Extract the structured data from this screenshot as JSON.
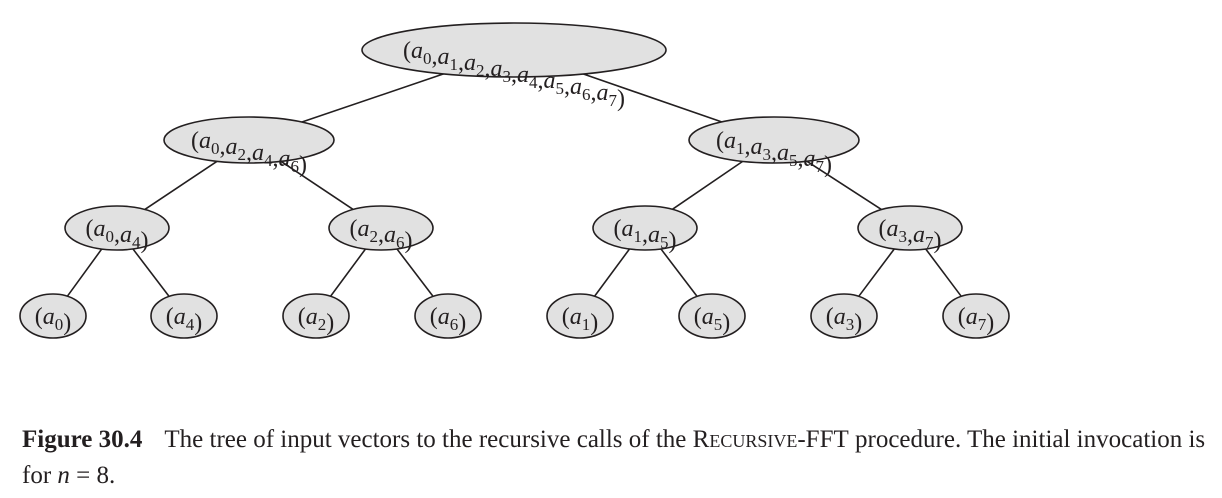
{
  "tree": {
    "nodes": [
      {
        "id": "root",
        "indices": [
          "0",
          "1",
          "2",
          "3",
          "4",
          "5",
          "6",
          "7"
        ]
      },
      {
        "id": "even",
        "parent": "root",
        "indices": [
          "0",
          "2",
          "4",
          "6"
        ]
      },
      {
        "id": "odd",
        "parent": "root",
        "indices": [
          "1",
          "3",
          "5",
          "7"
        ]
      },
      {
        "id": "n04",
        "parent": "even",
        "indices": [
          "0",
          "4"
        ]
      },
      {
        "id": "n26",
        "parent": "even",
        "indices": [
          "2",
          "6"
        ]
      },
      {
        "id": "n15",
        "parent": "odd",
        "indices": [
          "1",
          "5"
        ]
      },
      {
        "id": "n37",
        "parent": "odd",
        "indices": [
          "3",
          "7"
        ]
      },
      {
        "id": "l0",
        "parent": "n04",
        "indices": [
          "0"
        ]
      },
      {
        "id": "l4",
        "parent": "n04",
        "indices": [
          "4"
        ]
      },
      {
        "id": "l2",
        "parent": "n26",
        "indices": [
          "2"
        ]
      },
      {
        "id": "l6",
        "parent": "n26",
        "indices": [
          "6"
        ]
      },
      {
        "id": "l1",
        "parent": "n15",
        "indices": [
          "1"
        ]
      },
      {
        "id": "l5",
        "parent": "n15",
        "indices": [
          "5"
        ]
      },
      {
        "id": "l3",
        "parent": "n37",
        "indices": [
          "3"
        ]
      },
      {
        "id": "l7",
        "parent": "n37",
        "indices": [
          "7"
        ]
      }
    ]
  },
  "caption": {
    "label": "Figure 30.4",
    "text_before": "The tree of input vectors to the recursive calls of the ",
    "procedure": "Recursive-FFT",
    "text_middle": " procedure. The initial invocation is for ",
    "var": "n",
    "equation": " = 8."
  }
}
